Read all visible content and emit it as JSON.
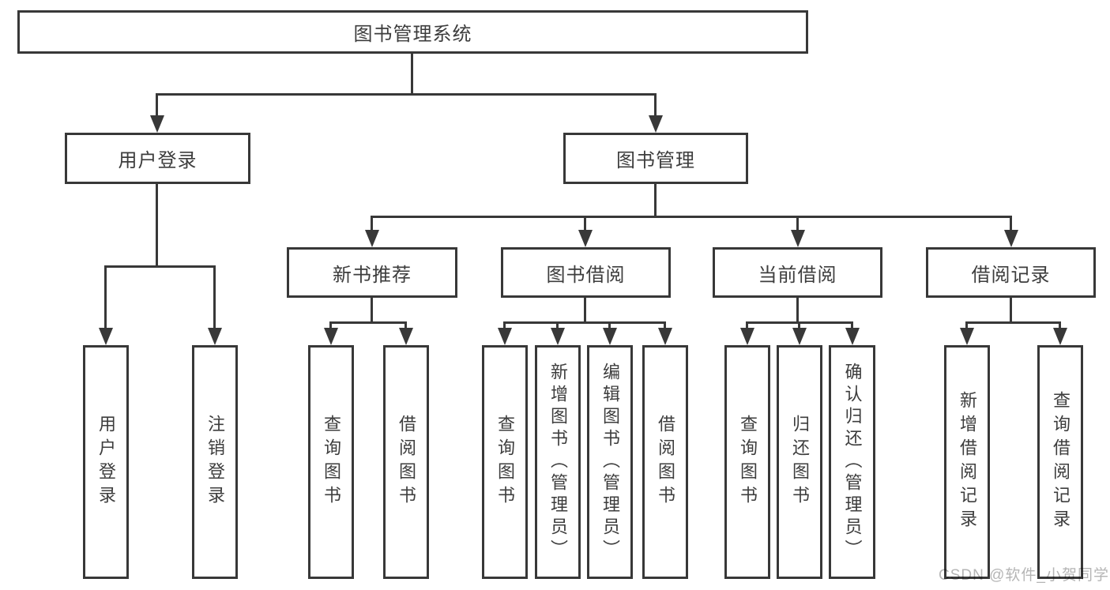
{
  "title": "图书管理系统",
  "watermark": {
    "text": "CSDN @软件_小贺同学"
  },
  "colors": {
    "background": "#ffffff",
    "border": "#383838",
    "connector": "#383838",
    "text": "#3d3d3d",
    "watermark": "#b5b5b5"
  },
  "diagram_type": "hierarchy-tree",
  "nodes": {
    "root": {
      "label": "图书管理系统"
    },
    "level2": [
      {
        "label": "用户登录",
        "parent": "图书管理系统"
      },
      {
        "label": "图书管理",
        "parent": "图书管理系统"
      }
    ],
    "level3": [
      {
        "label": "新书推荐",
        "parent": "图书管理"
      },
      {
        "label": "图书借阅",
        "parent": "图书管理"
      },
      {
        "label": "当前借阅",
        "parent": "图书管理"
      },
      {
        "label": "借阅记录",
        "parent": "图书管理"
      }
    ],
    "level4": [
      {
        "label": "用户登录",
        "parent": "用户登录"
      },
      {
        "label": "注销登录",
        "parent": "用户登录"
      },
      {
        "label": "查询图书",
        "parent": "新书推荐"
      },
      {
        "label": "借阅图书",
        "parent": "新书推荐"
      },
      {
        "label": "查询图书",
        "parent": "图书借阅"
      },
      {
        "label": "新增图书（管理员）",
        "parent": "图书借阅"
      },
      {
        "label": "编辑图书（管理员）",
        "parent": "图书借阅"
      },
      {
        "label": "借阅图书",
        "parent": "图书借阅"
      },
      {
        "label": "查询图书",
        "parent": "当前借阅"
      },
      {
        "label": "归还图书",
        "parent": "当前借阅"
      },
      {
        "label": "确认归还（管理员）",
        "parent": "当前借阅"
      },
      {
        "label": "新增借阅记录",
        "parent": "借阅记录"
      },
      {
        "label": "查询借阅记录",
        "parent": "借阅记录"
      }
    ]
  }
}
